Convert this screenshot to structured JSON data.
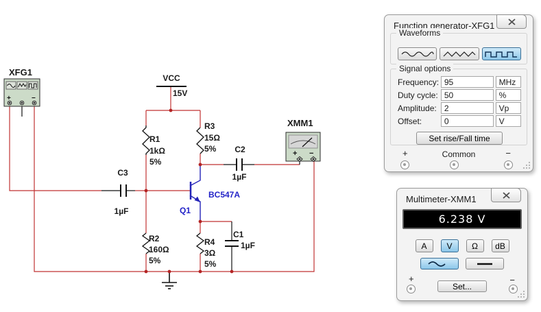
{
  "circuit": {
    "power": {
      "net": "VCC",
      "voltage": "15V"
    },
    "components": {
      "r1": {
        "ref": "R1",
        "value": "1kΩ",
        "tolerance": "5%"
      },
      "r2": {
        "ref": "R2",
        "value": "160Ω",
        "tolerance": "5%"
      },
      "r3": {
        "ref": "R3",
        "value": "15Ω",
        "tolerance": "5%"
      },
      "r4": {
        "ref": "R4",
        "value": "3Ω",
        "tolerance": "5%"
      },
      "c1": {
        "ref": "C1",
        "value": "1µF"
      },
      "c2": {
        "ref": "C2",
        "value": "1µF"
      },
      "c3": {
        "ref": "C3",
        "value": "1µF"
      },
      "q1": {
        "ref": "Q1",
        "model": "BC547A"
      }
    },
    "instruments": {
      "xfg1": {
        "label": "XFG1",
        "plus": "+",
        "minus": "−"
      },
      "xmm1": {
        "label": "XMM1",
        "plus": "+",
        "minus": "−"
      }
    }
  },
  "function_generator": {
    "title": "Function generator-XFG1",
    "waveforms_group": "Waveforms",
    "waveform_selected": "square",
    "signal_options_group": "Signal options",
    "fields": [
      {
        "label": "Frequency:",
        "value": "95",
        "unit": "MHz"
      },
      {
        "label": "Duty cycle:",
        "value": "50",
        "unit": "%"
      },
      {
        "label": "Amplitude:",
        "value": "2",
        "unit": "Vp"
      },
      {
        "label": "Offset:",
        "value": "0",
        "unit": "V"
      }
    ],
    "rise_fall_button": "Set rise/Fall time",
    "common_label": "Common",
    "plus": "+",
    "minus": "−"
  },
  "multimeter": {
    "title": "Multimeter-XMM1",
    "display_value": "6.238 V",
    "mode_buttons": [
      {
        "label": "A",
        "selected": false
      },
      {
        "label": "V",
        "selected": true
      },
      {
        "label": "Ω",
        "selected": false
      },
      {
        "label": "dB",
        "selected": false
      }
    ],
    "coupling_selected": "AC",
    "set_button": "Set...",
    "plus": "+",
    "minus": "−"
  },
  "icons": {
    "function_generator_waveforms": [
      "sine-wave-icon",
      "triangle-wave-icon",
      "square-wave-icon"
    ],
    "multimeter_coupling": [
      "ac-sine-icon",
      "dc-line-icon"
    ],
    "panel_close": "close-x-icon"
  },
  "colors": {
    "wire": "#c03232",
    "junction": "#b32424",
    "transistor_blue": "#2323b8",
    "instrument_fill": "#ccdbc8",
    "selected_fill": "#a9d7f0",
    "selected_border": "#3a6f96",
    "display_bg": "#000000",
    "display_text": "#ffffff"
  }
}
